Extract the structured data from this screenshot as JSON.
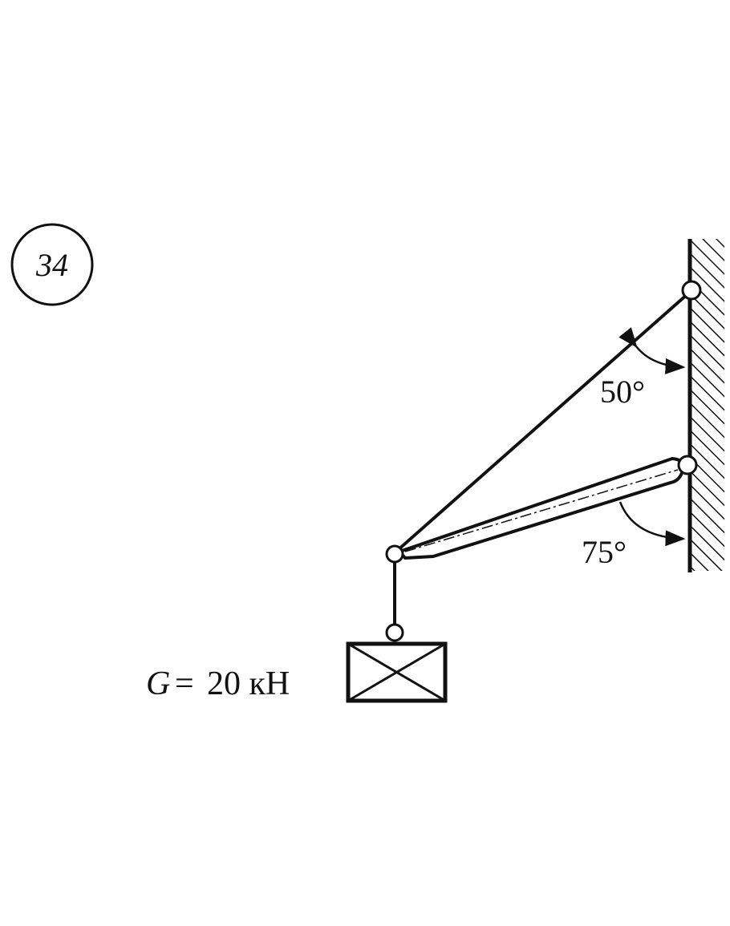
{
  "problem_number": "34",
  "angles": {
    "rope_to_wall": "50°",
    "rod_to_wall": "75°"
  },
  "load": {
    "symbol": "G",
    "equals": "=",
    "value": "20 кН"
  },
  "colors": {
    "ink": "#111111",
    "background": "#ffffff"
  }
}
